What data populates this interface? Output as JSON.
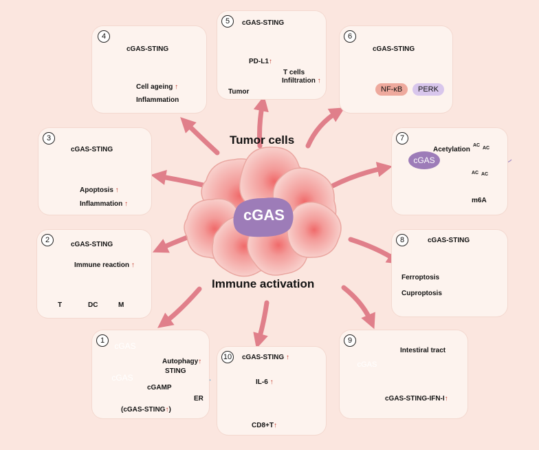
{
  "center": {
    "label": "cGAS",
    "top_title": "Tumor cells",
    "bottom_title": "Immune activation"
  },
  "panels": {
    "p1": {
      "num": "1",
      "cgas_a": "cGAS",
      "cgas_b": "cGAS",
      "autophagy": "Autophagy",
      "sting": "STING",
      "cgamp": "cGAMP",
      "er": "ER",
      "footer": "(cGAS-STING",
      "footer_end": ")"
    },
    "p2": {
      "num": "2",
      "title": "cGAS-STING",
      "reaction": "Immune reaction",
      "t": "T",
      "dc": "DC",
      "m": "M"
    },
    "p3": {
      "num": "3",
      "title": "cGAS-STING",
      "apoptosis": "Apoptosis",
      "inflammation": "Inflammation"
    },
    "p4": {
      "num": "4",
      "title": "cGAS-STING",
      "ageing": "Cell ageing",
      "inflammation": "Inflammation"
    },
    "p5": {
      "num": "5",
      "title": "cGAS-STING",
      "pdl1": "PD-L1",
      "tumor": "Tumor",
      "tcells": "T cells",
      "infiltration": "Infiltration"
    },
    "p6": {
      "num": "6",
      "title": "cGAS-STING",
      "nfkb": "NF-κB",
      "perk": "PERK"
    },
    "p7": {
      "num": "7",
      "cgas": "cGAS",
      "acetylation": "Acetylation",
      "ac": "AC",
      "m6a": "m6A"
    },
    "p8": {
      "num": "8",
      "title": "cGAS-STING",
      "ferroptosis": "Ferroptosis",
      "cuproptosis": "Cuproptosis"
    },
    "p9": {
      "num": "9",
      "cgas": "cGAS",
      "intestinal": "Intestiral tract",
      "output": "cGAS-STING-IFN-I"
    },
    "p10": {
      "num": "10",
      "title": "cGAS-STING",
      "il6": "IL-6",
      "cd8": "CD8+T"
    }
  },
  "up_arrow": "↑",
  "colors": {
    "background": "#fbe6df",
    "panel": "#fdf3ee",
    "arrow": "#e07f8a",
    "up": "#c0392b",
    "cgas": "#9d7cb8"
  }
}
